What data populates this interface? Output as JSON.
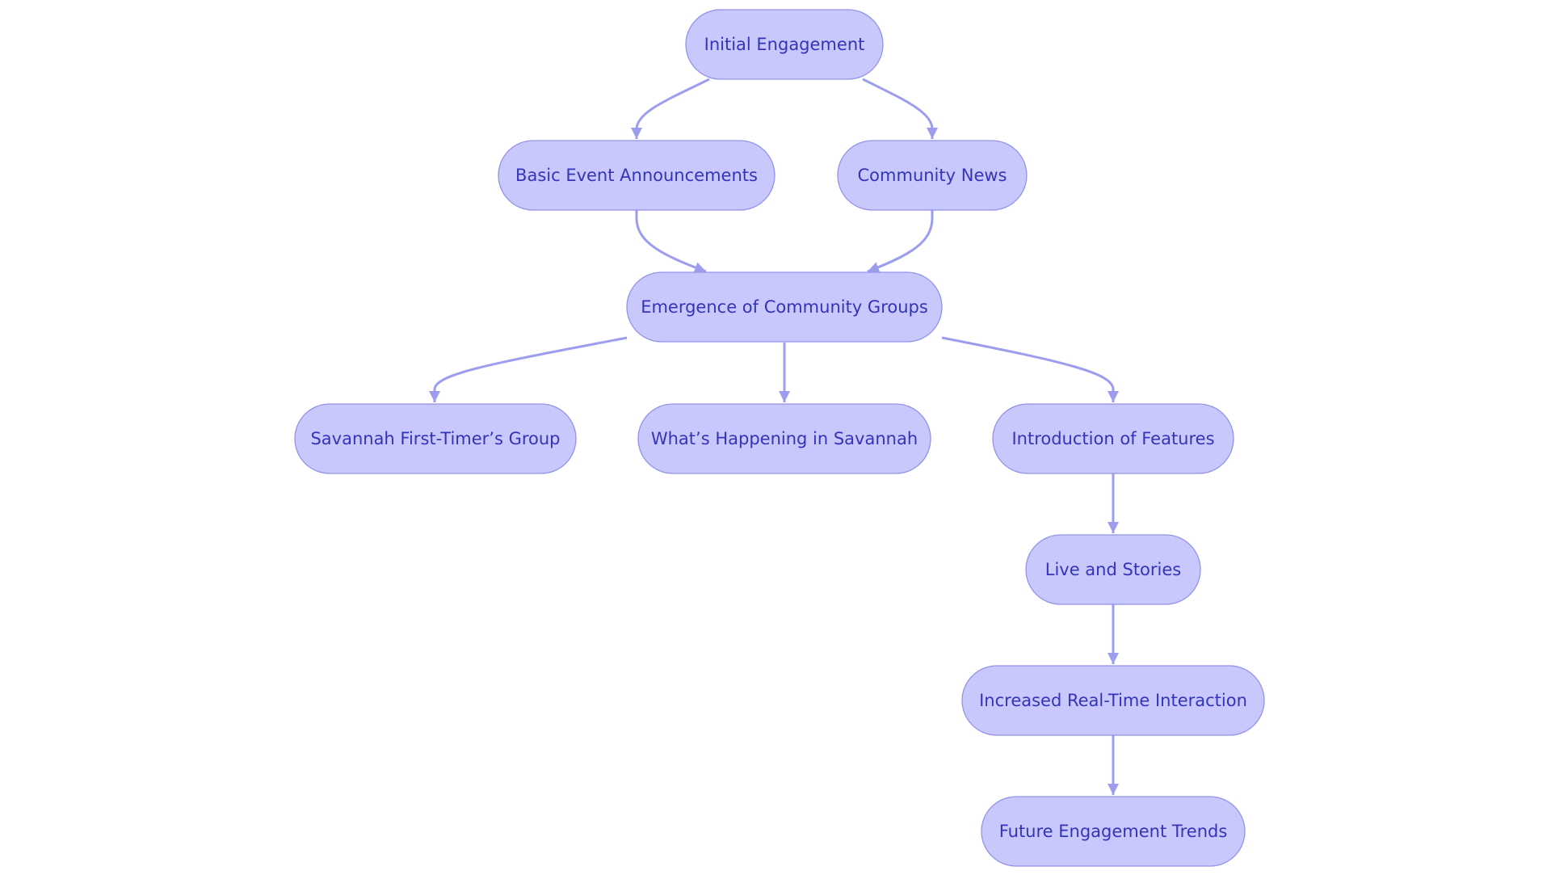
{
  "colors": {
    "node_fill": "#c8c8fc",
    "node_border": "#9393e8",
    "node_text": "#3434ba",
    "edge": "#9d9df0",
    "background": "#ffffff"
  },
  "nodes": {
    "initial_engagement": "Initial Engagement",
    "basic_event_announcements": "Basic Event Announcements",
    "community_news": "Community News",
    "emergence_of_community_groups": "Emergence of Community Groups",
    "savannah_first_timers_group": "Savannah First-Timer’s Group",
    "whats_happening_in_savannah": "What’s Happening in Savannah",
    "introduction_of_features": "Introduction of Features",
    "live_and_stories": "Live and Stories",
    "increased_real_time_interaction": "Increased Real-Time Interaction",
    "future_engagement_trends": "Future Engagement Trends"
  },
  "edges": [
    {
      "from": "initial_engagement",
      "to": "basic_event_announcements"
    },
    {
      "from": "initial_engagement",
      "to": "community_news"
    },
    {
      "from": "basic_event_announcements",
      "to": "emergence_of_community_groups"
    },
    {
      "from": "community_news",
      "to": "emergence_of_community_groups"
    },
    {
      "from": "emergence_of_community_groups",
      "to": "savannah_first_timers_group"
    },
    {
      "from": "emergence_of_community_groups",
      "to": "whats_happening_in_savannah"
    },
    {
      "from": "emergence_of_community_groups",
      "to": "introduction_of_features"
    },
    {
      "from": "introduction_of_features",
      "to": "live_and_stories"
    },
    {
      "from": "live_and_stories",
      "to": "increased_real_time_interaction"
    },
    {
      "from": "increased_real_time_interaction",
      "to": "future_engagement_trends"
    }
  ]
}
